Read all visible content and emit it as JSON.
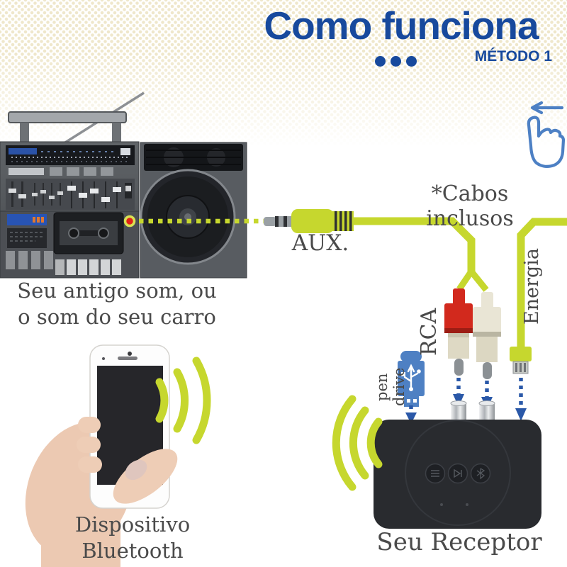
{
  "colors": {
    "title_blue": "#17499d",
    "accent_yellow": "#c6d72e",
    "label_gray": "#4a4a4a",
    "arrow_blue": "#2a58a8",
    "pendrive_blue": "#4e80c3",
    "swipe_blue": "#4d80c4",
    "rca_red": "#d2291d",
    "rca_red_dark": "#9c1d14",
    "rca_white": "#e9e5d5",
    "device_black": "#292b2f"
  },
  "header": {
    "title": "Como funciona",
    "method_label": "MÉTODO 1"
  },
  "annotations": {
    "cables_note": "*Cabos inclusos",
    "aux": "AUX.",
    "rca": "RCA",
    "energia": "Energia",
    "pen_drive": "pen drive"
  },
  "captions": {
    "radio_line1": "Seu antigo som, ou",
    "radio_line2": "o som do seu carro",
    "phone_line1": "Dispositivo",
    "phone_line2": "Bluetooth",
    "receiver": "Seu Receptor"
  },
  "icons": {
    "swipe_hint": "swipe-left-hand-icon",
    "bluetooth_waves": "signal-waves-icon",
    "usb_stick": "pen-drive-icon"
  }
}
